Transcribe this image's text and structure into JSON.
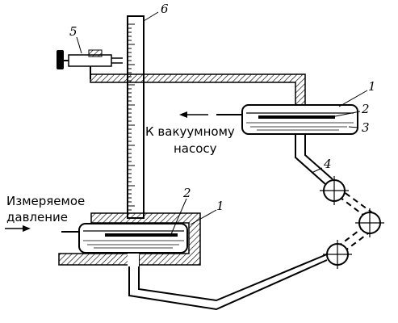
{
  "labels": {
    "vacuum_line1": "К вакуумному",
    "vacuum_line2": "насосу",
    "pressure_line1": "Измеряемое",
    "pressure_line2": "давление"
  },
  "callouts": {
    "tube": "6",
    "valve": "5",
    "upper_vessel_1": "1",
    "upper_membrane": "2",
    "upper_liquid": "3",
    "joint": "4",
    "lower_membrane": "2",
    "lower_vessel_1": "1"
  }
}
